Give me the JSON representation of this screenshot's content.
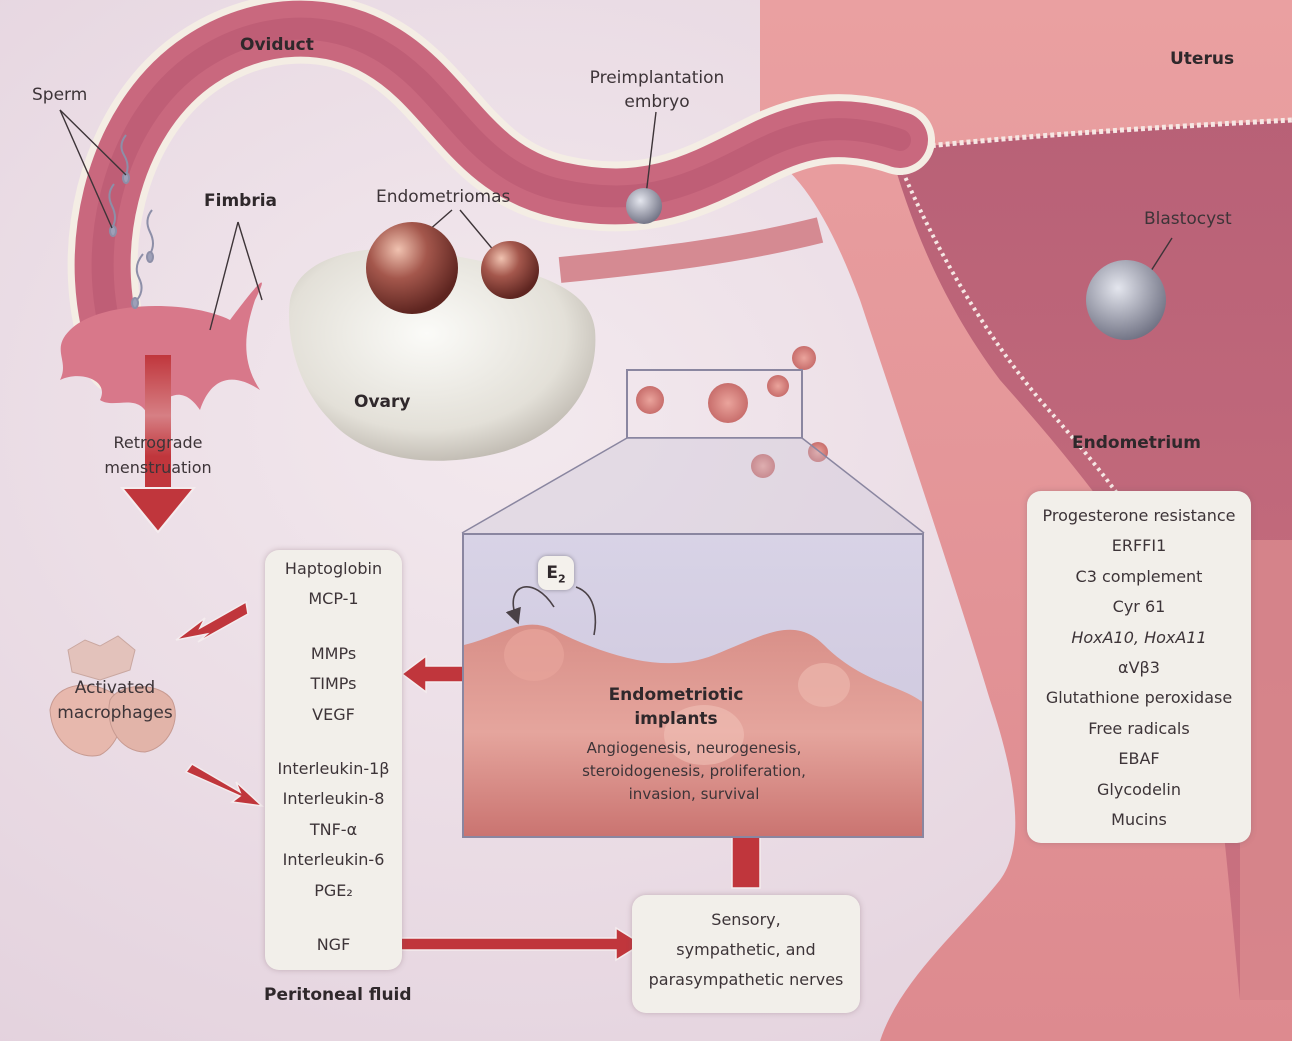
{
  "anatomy_labels": {
    "oviduct": "Oviduct",
    "sperm": "Sperm",
    "fimbria": "Fimbria",
    "endometriomas": "Endometriomas",
    "preimplantation_embryo_line1": "Preimplantation",
    "preimplantation_embryo_line2": "embryo",
    "uterus": "Uterus",
    "blastocyst": "Blastocyst",
    "ovary": "Ovary",
    "endometrium": "Endometrium",
    "retrograde_line1": "Retrograde",
    "retrograde_line2": "menstruation",
    "macrophages_line1": "Activated",
    "macrophages_line2": "macrophages",
    "peritoneal_fluid": "Peritoneal fluid"
  },
  "peritoneal_fluid_box": {
    "group1": [
      "Haptoglobin",
      "MCP-1"
    ],
    "group2": [
      "MMPs",
      "TIMPs",
      "VEGF"
    ],
    "group3": [
      "Interleukin-1β",
      "Interleukin-8",
      "TNF-α",
      "Interleukin-6",
      "PGE₂"
    ],
    "group4": [
      "NGF"
    ]
  },
  "endometrium_box": {
    "items": [
      {
        "text": "Progesterone resistance",
        "italic": false
      },
      {
        "text": "ERFFI1",
        "italic": false
      },
      {
        "text": "C3 complement",
        "italic": false
      },
      {
        "text": "Cyr 61",
        "italic": false
      },
      {
        "text": "HoxA10, HoxA11",
        "italic": true
      },
      {
        "text": "αVβ3",
        "italic": false
      },
      {
        "text": "Glutathione peroxidase",
        "italic": false
      },
      {
        "text": "Free radicals",
        "italic": false
      },
      {
        "text": "EBAF",
        "italic": false
      },
      {
        "text": "Glycodelin",
        "italic": false
      },
      {
        "text": "Mucins",
        "italic": false
      }
    ]
  },
  "implants_inset": {
    "hormone_base": "E",
    "hormone_sub": "2",
    "title_line1": "Endometriotic",
    "title_line2": "implants",
    "desc_line1": "Angiogenesis, neurogenesis,",
    "desc_line2": "steroidogenesis, proliferation,",
    "desc_line3": "invasion, survival"
  },
  "nerves_box": {
    "line1": "Sensory,",
    "line2": "sympathetic, and",
    "line3": "parasympathetic nerves"
  },
  "colors": {
    "background": "#ecdde6",
    "tissue": "#c9687e",
    "tissue_light": "#e9a2a8",
    "uterus": "#e59a9c",
    "arrow": "#c0363c",
    "box": "#f2efea"
  }
}
